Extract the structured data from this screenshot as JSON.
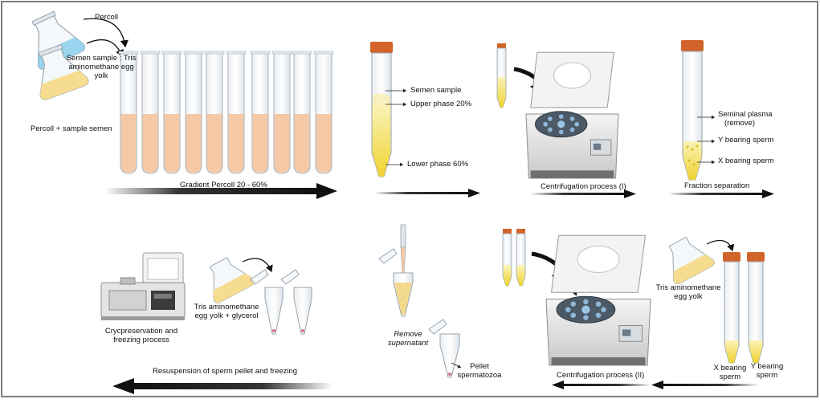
{
  "labels": {
    "percoll": "Percoll",
    "semen_sample_tris_1": "Semen sample : Tris",
    "semen_sample_tris_2": "aminomethane egg",
    "semen_sample_tris_3": "yolk",
    "percoll_sample": "Percoll + sample semen",
    "gradient": "Gradient Percoll  20 - 60%",
    "semen_sample": "Semen sample",
    "upper_phase": "Upper phase 20%",
    "lower_phase": "Lower phase 60%",
    "centrifugation_1": "Centrifugation process (I)",
    "seminal_plasma_1": "Seminal plasma",
    "seminal_plasma_2": "(remove)",
    "y_bearing": "Y bearing sperm",
    "x_bearing": "X bearing sperm",
    "fraction_separation": "Fraction separation",
    "tris_egg_1": "Tris aminomethane",
    "tris_egg_2": "egg yolk",
    "x_bearing_tube_1": "X bearing",
    "x_bearing_tube_2": "sperm",
    "y_bearing_tube_1": "Y bearing",
    "y_bearing_tube_2": "sperm",
    "centrifugation_2": "Centrifugation process (II)",
    "remove_1": "Remove",
    "remove_2": "supernatant",
    "pellet_1": "Pellet",
    "pellet_2": "spermatozoa",
    "tris_glycerol_1": "Tris aminomethane",
    "tris_glycerol_2": "egg yolk + glycerol",
    "cryo_1": "Crycpreservation and",
    "cryo_2": "freezing process",
    "resuspension": "Resuspension of sperm pellet and freezing"
  },
  "colors": {
    "border": "#555555",
    "arrow": "#111111",
    "percoll_fluid": "#f5c9a6",
    "yellow_fluid": "#f2dc4a",
    "orange_cap": "#d2632a",
    "flask_blue": "#8fd0ec",
    "flask_yolk": "#f6dc8e"
  }
}
